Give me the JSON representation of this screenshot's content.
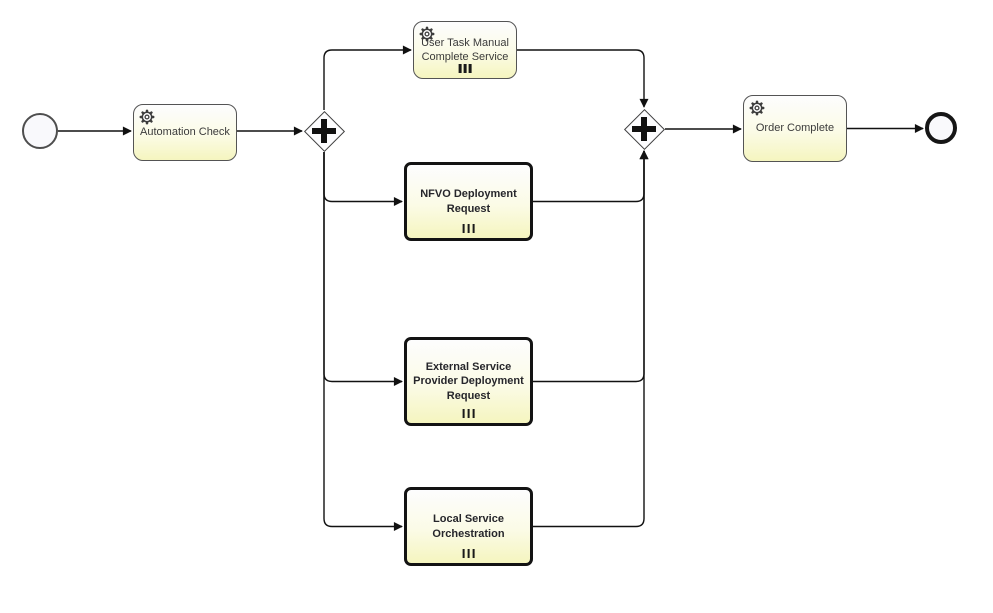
{
  "diagram": {
    "kind": "bpmn-process-diagram",
    "background": "#ffffff",
    "flow_color": "#111111"
  },
  "colors": {
    "task_fill_top": "#fdfdfe",
    "task_fill_bottom": "#f5f5bf",
    "task_border": "#545454",
    "call_activity_border": "#131313",
    "gateway_fill": "#fcfcfe",
    "event_fill": "#f9f9fc",
    "text": "#3b3b3b"
  },
  "nodes": {
    "start_event": {
      "type": "start-event"
    },
    "automation_check": {
      "label": "Automation Check",
      "type": "service-task",
      "icon": "gear-icon"
    },
    "split_gateway": {
      "type": "parallel-gateway",
      "symbol": "plus"
    },
    "user_task_manual_complete_service": {
      "label": "User Task Manual Complete Service",
      "type": "service-task",
      "icon": "gear-icon",
      "marker": "multi-instance-parallel"
    },
    "nfvo_deployment_request": {
      "label": "NFVO Deployment Request",
      "type": "call-activity",
      "marker": "multi-instance-parallel"
    },
    "external_service_provider_deployment_request": {
      "label": "External Service Provider Deployment Request",
      "type": "call-activity",
      "marker": "multi-instance-parallel"
    },
    "local_service_orchestration": {
      "label": "Local Service Orchestration",
      "type": "call-activity",
      "marker": "multi-instance-parallel"
    },
    "join_gateway": {
      "type": "parallel-gateway",
      "symbol": "plus"
    },
    "order_complete": {
      "label": "Order Complete",
      "type": "service-task",
      "icon": "gear-icon"
    },
    "end_event": {
      "type": "end-event"
    }
  }
}
